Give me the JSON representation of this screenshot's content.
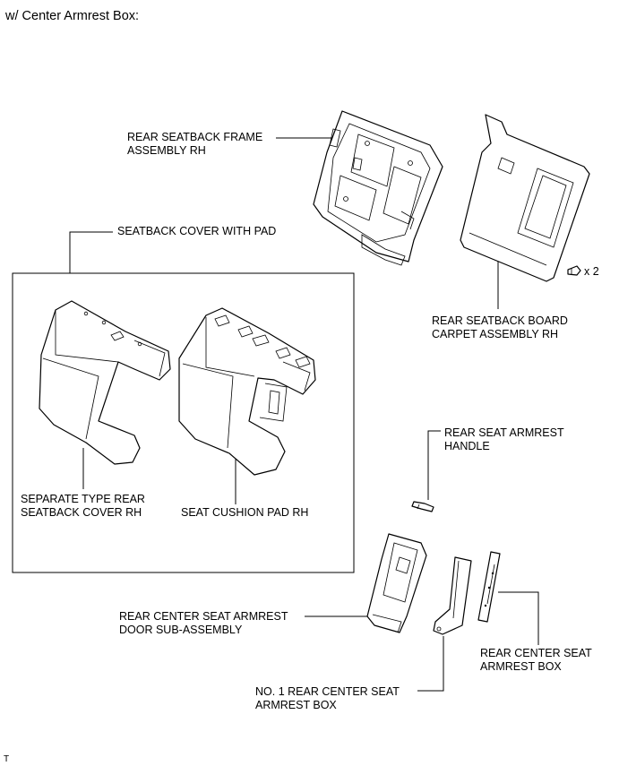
{
  "header": {
    "title": "w/ Center Armrest Box:"
  },
  "labels": {
    "frame": [
      "REAR SEATBACK FRAME",
      "ASSEMBLY RH"
    ],
    "board": [
      "REAR SEATBACK BOARD",
      "CARPET ASSEMBLY RH"
    ],
    "clip_qty": "x 2",
    "cover_with_pad": "SEATBACK COVER WITH PAD",
    "separate_cover": [
      "SEPARATE TYPE REAR",
      "SEATBACK COVER RH"
    ],
    "cushion_pad": "SEAT CUSHION PAD RH",
    "armrest_handle": [
      "REAR SEAT ARMREST",
      "HANDLE"
    ],
    "armrest_door": [
      "REAR CENTER SEAT ARMREST",
      "DOOR SUB-ASSEMBLY"
    ],
    "armrest_box": [
      "REAR CENTER SEAT",
      "ARMREST BOX"
    ],
    "no1_armrest_box": [
      "NO. 1 REAR CENTER SEAT",
      "ARMREST BOX"
    ]
  },
  "footer": {
    "code": "T"
  }
}
